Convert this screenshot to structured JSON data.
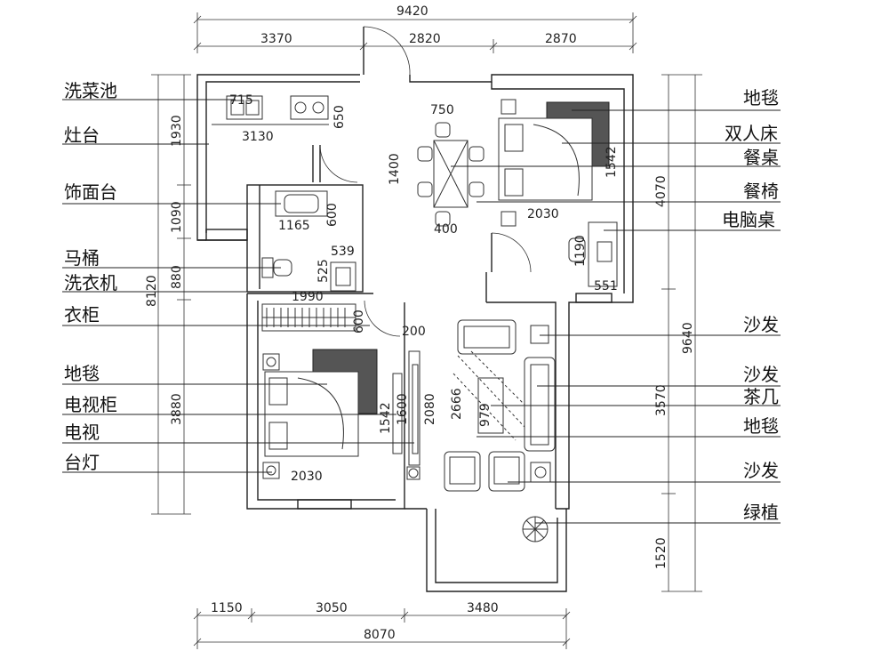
{
  "plan": {
    "left_labels": [
      "洗菜池",
      "灶台",
      "饰面台",
      "马桶",
      "洗衣机",
      "衣柜",
      "地毯",
      "电视柜",
      "电视",
      "台灯"
    ],
    "right_labels": [
      "地毯",
      "双人床",
      "餐桌",
      "餐椅",
      "电脑桌",
      "沙发",
      "沙发",
      "茶几",
      "地毯",
      "沙发",
      "绿植"
    ],
    "top_dimensions": {
      "overall": "9420",
      "segments": [
        "3370",
        "2820",
        "2870"
      ]
    },
    "bottom_dimensions": {
      "overall": "8070",
      "segments": [
        "1150",
        "3050",
        "3480"
      ]
    },
    "left_dimensions": {
      "overall": "8120",
      "segments": [
        "1930",
        "1090",
        "880",
        "3880"
      ]
    },
    "right_dimensions": {
      "overall": "9640",
      "segments": [
        "4070",
        "3570",
        "1520"
      ]
    },
    "interior_dimensions": {
      "sink": "715",
      "kitchen_depth": "650",
      "kitchen_length": "3130",
      "table_width": "750",
      "table_length": "1400",
      "chair": "400",
      "vanity_length": "1165",
      "vanity_depth": "600",
      "toilet_gap": "539",
      "washer": "525",
      "closet_length": "1990",
      "closet_depth": "600",
      "bed1_depth": "2030",
      "bed1_width": "1542",
      "desk": "1190",
      "desk_width": "551",
      "gap_200": "200",
      "living_width": "2080",
      "sofa_length": "2666",
      "coffee_table": "979",
      "tv_cabinet": "1600",
      "bed2_width": "1542",
      "bed2_depth": "2030"
    }
  }
}
